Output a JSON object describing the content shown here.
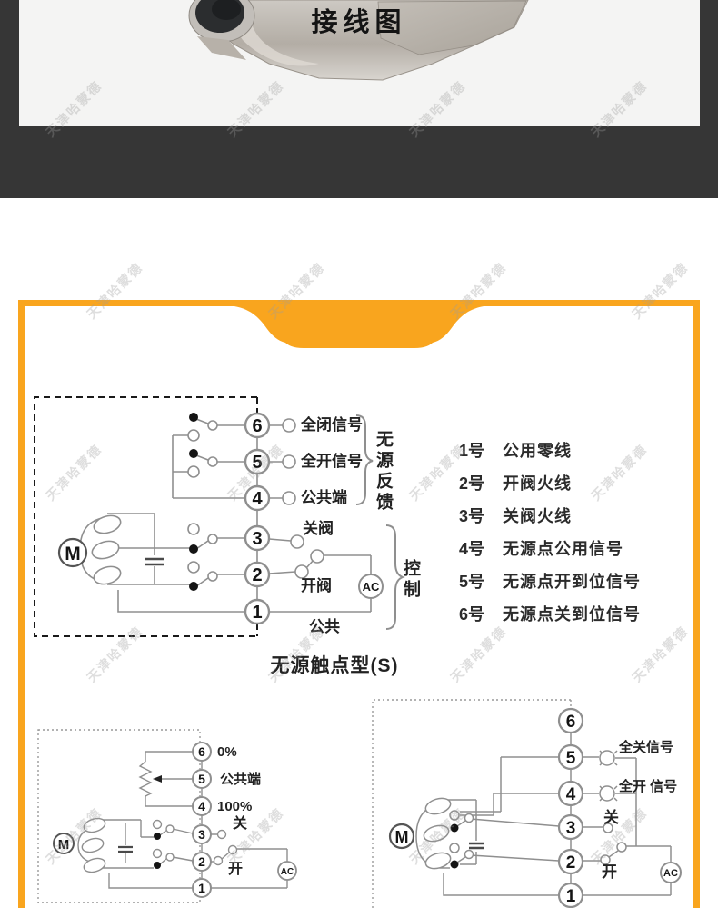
{
  "watermark": {
    "text": "天津哈蒙德"
  },
  "banner": {
    "title": "接线图"
  },
  "colors": {
    "accent_orange": "#F9A51E",
    "band_dark": "#363636",
    "photo_bg": "#f4f4f3",
    "wire_gray": "#8f8f8f"
  },
  "main_diagram": {
    "terminals": [
      "6",
      "5",
      "4",
      "3",
      "2",
      "1"
    ],
    "labels": {
      "t6": "全闭信号",
      "t5": "全开信号",
      "t4": "公共端",
      "t3": "关阀",
      "t2": "开阀",
      "t1": "公共",
      "feedback_brace": "无源反馈",
      "control_brace": "控制",
      "motor": "M",
      "ac": "AC"
    },
    "caption": "无源触点型(S)"
  },
  "terminal_list": {
    "items": [
      {
        "no": "1号",
        "desc": "公用零线"
      },
      {
        "no": "2号",
        "desc": "开阀火线"
      },
      {
        "no": "3号",
        "desc": "关阀火线"
      },
      {
        "no": "4号",
        "desc": "无源点公用信号"
      },
      {
        "no": "5号",
        "desc": "无源点开到位信号"
      },
      {
        "no": "6号",
        "desc": "无源点关到位信号"
      }
    ]
  },
  "diagram_pot": {
    "terminals": [
      "6",
      "5",
      "4",
      "3",
      "2",
      "1"
    ],
    "labels": {
      "t6": "0%",
      "t5": "公共端",
      "t4": "100%",
      "t3": "关",
      "t2": "开",
      "motor": "M",
      "ac": "AC"
    }
  },
  "diagram_lamp": {
    "terminals": [
      "6",
      "5",
      "4",
      "3",
      "2",
      "1"
    ],
    "labels": {
      "t5": "全关信号",
      "t4": "全开 信号",
      "t3": "关",
      "t2": "开",
      "motor": "M",
      "ac": "AC"
    }
  }
}
